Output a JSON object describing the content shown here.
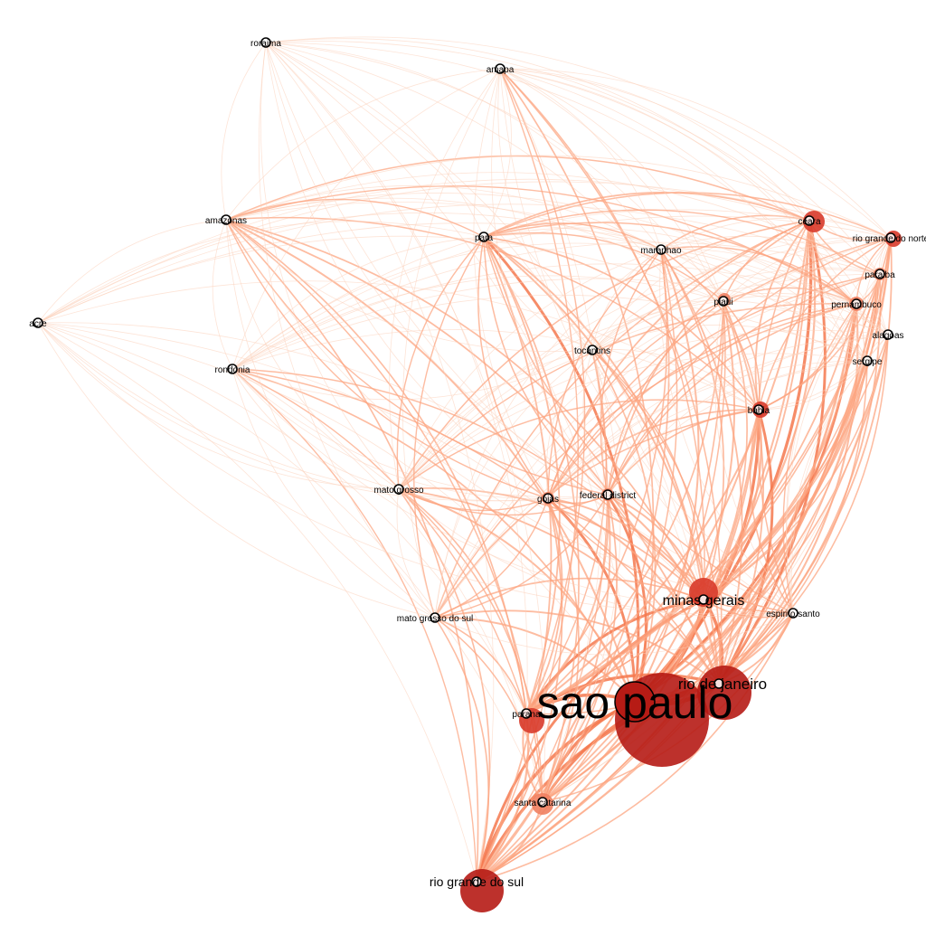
{
  "nodes": [
    {
      "id": "sao-paulo",
      "label": "sao paulo",
      "size": "xl"
    },
    {
      "id": "rio-de-janeiro",
      "label": "rio de janeiro",
      "size": "lg"
    },
    {
      "id": "minas-gerais",
      "label": "minas gerais",
      "size": "md"
    },
    {
      "id": "rio-grande-do-sul",
      "label": "rio grande do sul",
      "size": "md"
    },
    {
      "id": "parana",
      "label": "parana",
      "size": "sm"
    },
    {
      "id": "santa-catarina",
      "label": "santa catarina",
      "size": "sm"
    },
    {
      "id": "ceara",
      "label": "ceara",
      "size": "sm"
    },
    {
      "id": "rio-grande-do-norte",
      "label": "rio grande do norte",
      "size": "sm"
    },
    {
      "id": "bahia",
      "label": "bahia",
      "size": "sm"
    },
    {
      "id": "pernambuco",
      "label": "pernambuco",
      "size": "sm"
    },
    {
      "id": "paraiba",
      "label": "paraiba",
      "size": "sm"
    },
    {
      "id": "alagoas",
      "label": "alagoas",
      "size": "sm"
    },
    {
      "id": "sergipe",
      "label": "sergipe",
      "size": "sm"
    },
    {
      "id": "piaui",
      "label": "piaui",
      "size": "sm"
    },
    {
      "id": "maranhao",
      "label": "maranhao",
      "size": "sm"
    },
    {
      "id": "para",
      "label": "para",
      "size": "sm"
    },
    {
      "id": "amapa",
      "label": "amapa",
      "size": "sm"
    },
    {
      "id": "roraima",
      "label": "roraima",
      "size": "sm"
    },
    {
      "id": "amazonas",
      "label": "amazonas",
      "size": "sm"
    },
    {
      "id": "acre",
      "label": "acre",
      "size": "sm"
    },
    {
      "id": "rondonia",
      "label": "rondonia",
      "size": "sm"
    },
    {
      "id": "tocantins",
      "label": "tocantins",
      "size": "sm"
    },
    {
      "id": "mato-grosso",
      "label": "mato grosso",
      "size": "sm"
    },
    {
      "id": "mato-grosso-do-sul",
      "label": "mato grosso do sul",
      "size": "sm"
    },
    {
      "id": "goias",
      "label": "goias",
      "size": "sm"
    },
    {
      "id": "federal-district",
      "label": "federal district",
      "size": "sm"
    },
    {
      "id": "espirito-santo",
      "label": "espirito santo",
      "size": "sm"
    }
  ],
  "colors": {
    "edge_light": "#fcd2bc",
    "edge_mid": "#fca582",
    "edge_strong": "#f4784e",
    "node_dark": "#b61b15",
    "node_mid": "#d83a2a",
    "node_light": "#f08060",
    "ring": "#000000"
  }
}
